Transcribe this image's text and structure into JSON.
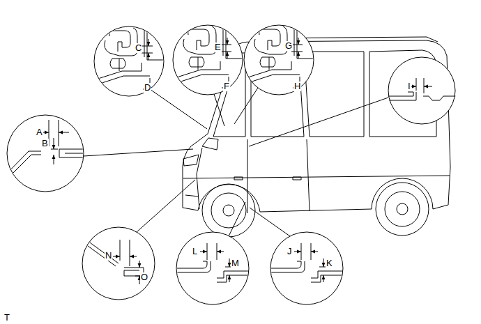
{
  "diagram": {
    "labels": [
      "C",
      "E",
      "G",
      "D",
      "F",
      "H",
      "A",
      "B",
      "I",
      "N",
      "O",
      "L",
      "M",
      "J",
      "K",
      "T"
    ]
  }
}
